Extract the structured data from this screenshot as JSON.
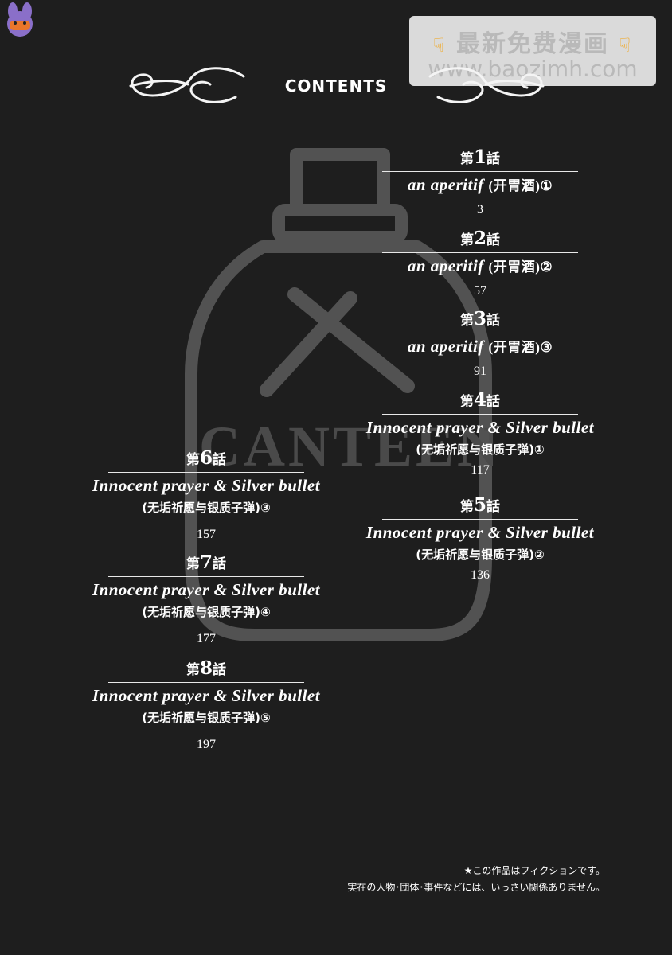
{
  "watermark": {
    "line1": "最新免费漫画",
    "line2": "www.baozimh.com",
    "left_icon": "pointing-down-hand",
    "right_icon": "pointing-down-hand",
    "accent_color": "#f2a51a"
  },
  "header": {
    "title": "CONTENTS"
  },
  "background_art": {
    "logo_text": "CANTEEN",
    "icon": "canteen-bottle-crossed-knives"
  },
  "chapters": [
    {
      "label": "第1話",
      "prefix": "第",
      "num": "1",
      "suffix": "話",
      "title": "an aperitif",
      "title_cn": "(开胃酒)①",
      "subtitle": "",
      "page": "3"
    },
    {
      "label": "第2話",
      "prefix": "第",
      "num": "2",
      "suffix": "話",
      "title": "an aperitif",
      "title_cn": "(开胃酒)②",
      "subtitle": "",
      "page": "57"
    },
    {
      "label": "第3話",
      "prefix": "第",
      "num": "3",
      "suffix": "話",
      "title": "an aperitif",
      "title_cn": "(开胃酒)③",
      "subtitle": "",
      "page": "91"
    },
    {
      "label": "第4話",
      "prefix": "第",
      "num": "4",
      "suffix": "話",
      "title": "Innocent prayer & Silver bullet",
      "title_cn": "",
      "subtitle": "(无垢祈愿与银质子弹)①",
      "page": "117"
    },
    {
      "label": "第5話",
      "prefix": "第",
      "num": "5",
      "suffix": "話",
      "title": "Innocent prayer & Silver bullet",
      "title_cn": "",
      "subtitle": "(无垢祈愿与银质子弹)②",
      "page": "136"
    },
    {
      "label": "第6話",
      "prefix": "第",
      "num": "6",
      "suffix": "話",
      "title": "Innocent prayer & Silver bullet",
      "title_cn": "",
      "subtitle": "(无垢祈愿与银质子弹)③",
      "page": "157"
    },
    {
      "label": "第7話",
      "prefix": "第",
      "num": "7",
      "suffix": "話",
      "title": "Innocent prayer & Silver bullet",
      "title_cn": "",
      "subtitle": "(无垢祈愿与银质子弹)④",
      "page": "177"
    },
    {
      "label": "第8話",
      "prefix": "第",
      "num": "8",
      "suffix": "話",
      "title": "Innocent prayer & Silver bullet",
      "title_cn": "",
      "subtitle": "(无垢祈愿与银质子弹)⑤",
      "page": "197"
    }
  ],
  "disclaimer": {
    "line1": "★この作品はフィクションです。",
    "line2": "実在の人物･団体･事件などには、いっさい関係ありません。"
  }
}
